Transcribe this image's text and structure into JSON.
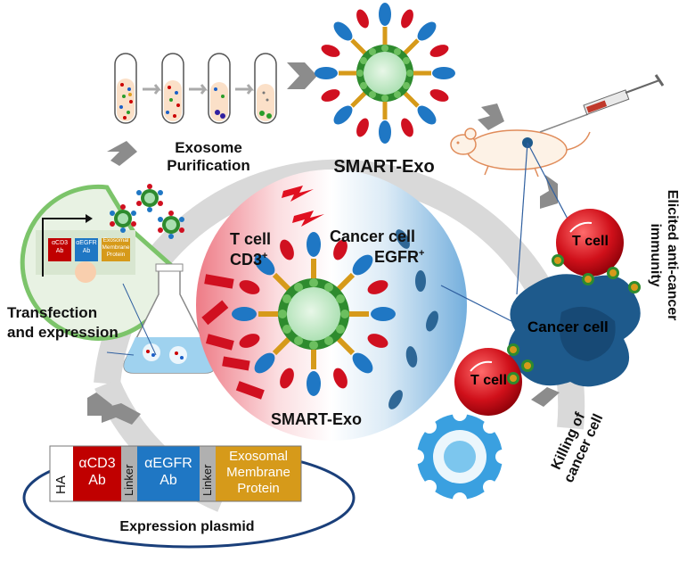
{
  "labels": {
    "exosome_purification": "Exosome Purification",
    "smart_exo_top": "SMART-Exo",
    "elicited": "Elicited anti-cancer immunity",
    "transfection": "Transfection and expression",
    "tcell_center": "T cell",
    "cd3": "CD3",
    "plus": "+",
    "cancer_center": "Cancer cell",
    "egfr": "EGFR",
    "smart_exo_center": "SMART-Exo",
    "tcell_top": "T cell",
    "cancer_cell": "Cancer cell",
    "tcell_bottom": "T cell",
    "killing": "Killing of cancer cell",
    "expression_plasmid": "Expression plasmid"
  },
  "cell_construct": {
    "acd3": "αCD3 Ab",
    "aegfr": "αEGFR Ab",
    "exo_protein": "Exosomal Membrane Protein"
  },
  "plasmid": {
    "ha": "HA",
    "acd3_line1": "αCD3",
    "acd3_line2": "Ab",
    "linker1": "Linker",
    "aegfr_line1": "αEGFR",
    "aegfr_line2": "Ab",
    "linker2": "Linker",
    "exo_line1": "Exosomal",
    "exo_line2": "Membrane",
    "exo_line3": "Protein"
  },
  "colors": {
    "acd3": "#c00000",
    "aegfr": "#1f77c4",
    "exo_protein": "#d69a1a",
    "tcell": "#d0101a",
    "cancer": "#1e5a8c",
    "arrow_band": "#d9d9d9",
    "chevron": "#8c8c8c"
  }
}
